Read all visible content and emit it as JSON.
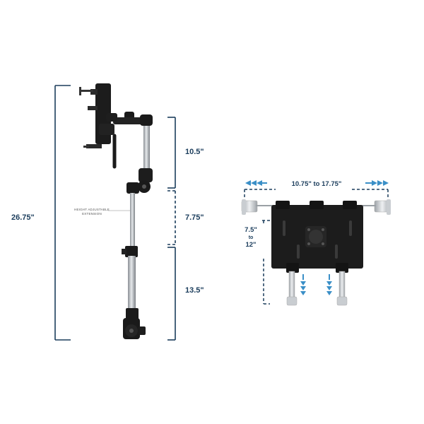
{
  "stand": {
    "total_height": "26.75\"",
    "upper_segment": "10.5\"",
    "middle_segment": "7.75\"",
    "lower_segment": "13.5\"",
    "callout_line1": "HEIGHT ADJUSTABLE",
    "callout_line2": "EXTENSION"
  },
  "holder": {
    "width_range": "10.75\" to 17.75\"",
    "height_min": "7.5\"",
    "height_to": "to",
    "height_max": "12\""
  },
  "colors": {
    "dimension": "#1b3d5c",
    "arrow": "#3a8fc7",
    "metal": "#b7bcc1",
    "black": "#1a1a1a"
  }
}
